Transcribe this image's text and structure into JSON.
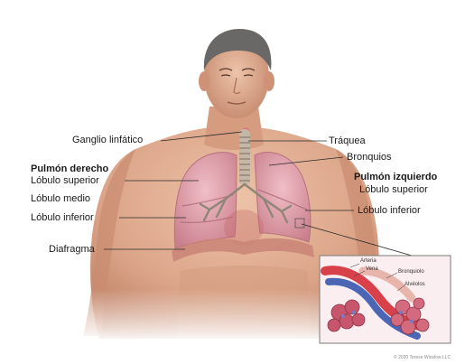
{
  "labels": {
    "ganglio": "Ganglio linfático",
    "traquea": "Tráquea",
    "bronquios": "Bronquios",
    "pulmon_derecho": "Pulmón derecho",
    "lobulo_superior_der": "Lóbulo superior",
    "lobulo_medio": "Lóbulo medio",
    "lobulo_inferior_der": "Lóbulo inferior",
    "diafragma": "Diafragma",
    "pulmon_izquierdo": "Pulmón izquierdo",
    "lobulo_superior_izq": "Lóbulo superior",
    "lobulo_inferior_izq": "Lóbulo inferior"
  },
  "inset": {
    "arteria": "Arteria",
    "vena": "Vena",
    "bronquiolo": "Bronquiolo",
    "alveolos": "Alvéolos"
  },
  "credit": "© 2020 Terese Winslow LLC",
  "colors": {
    "skin": "#e2b196",
    "skin_shadow": "#b9785d",
    "hair": "#6a6767",
    "lung": "#dc9ba6",
    "lung_dark": "#b76e7b",
    "diaphragm": "#c98477",
    "leader_line": "#2a2a2a",
    "inset_border": "#7a7a7a"
  }
}
